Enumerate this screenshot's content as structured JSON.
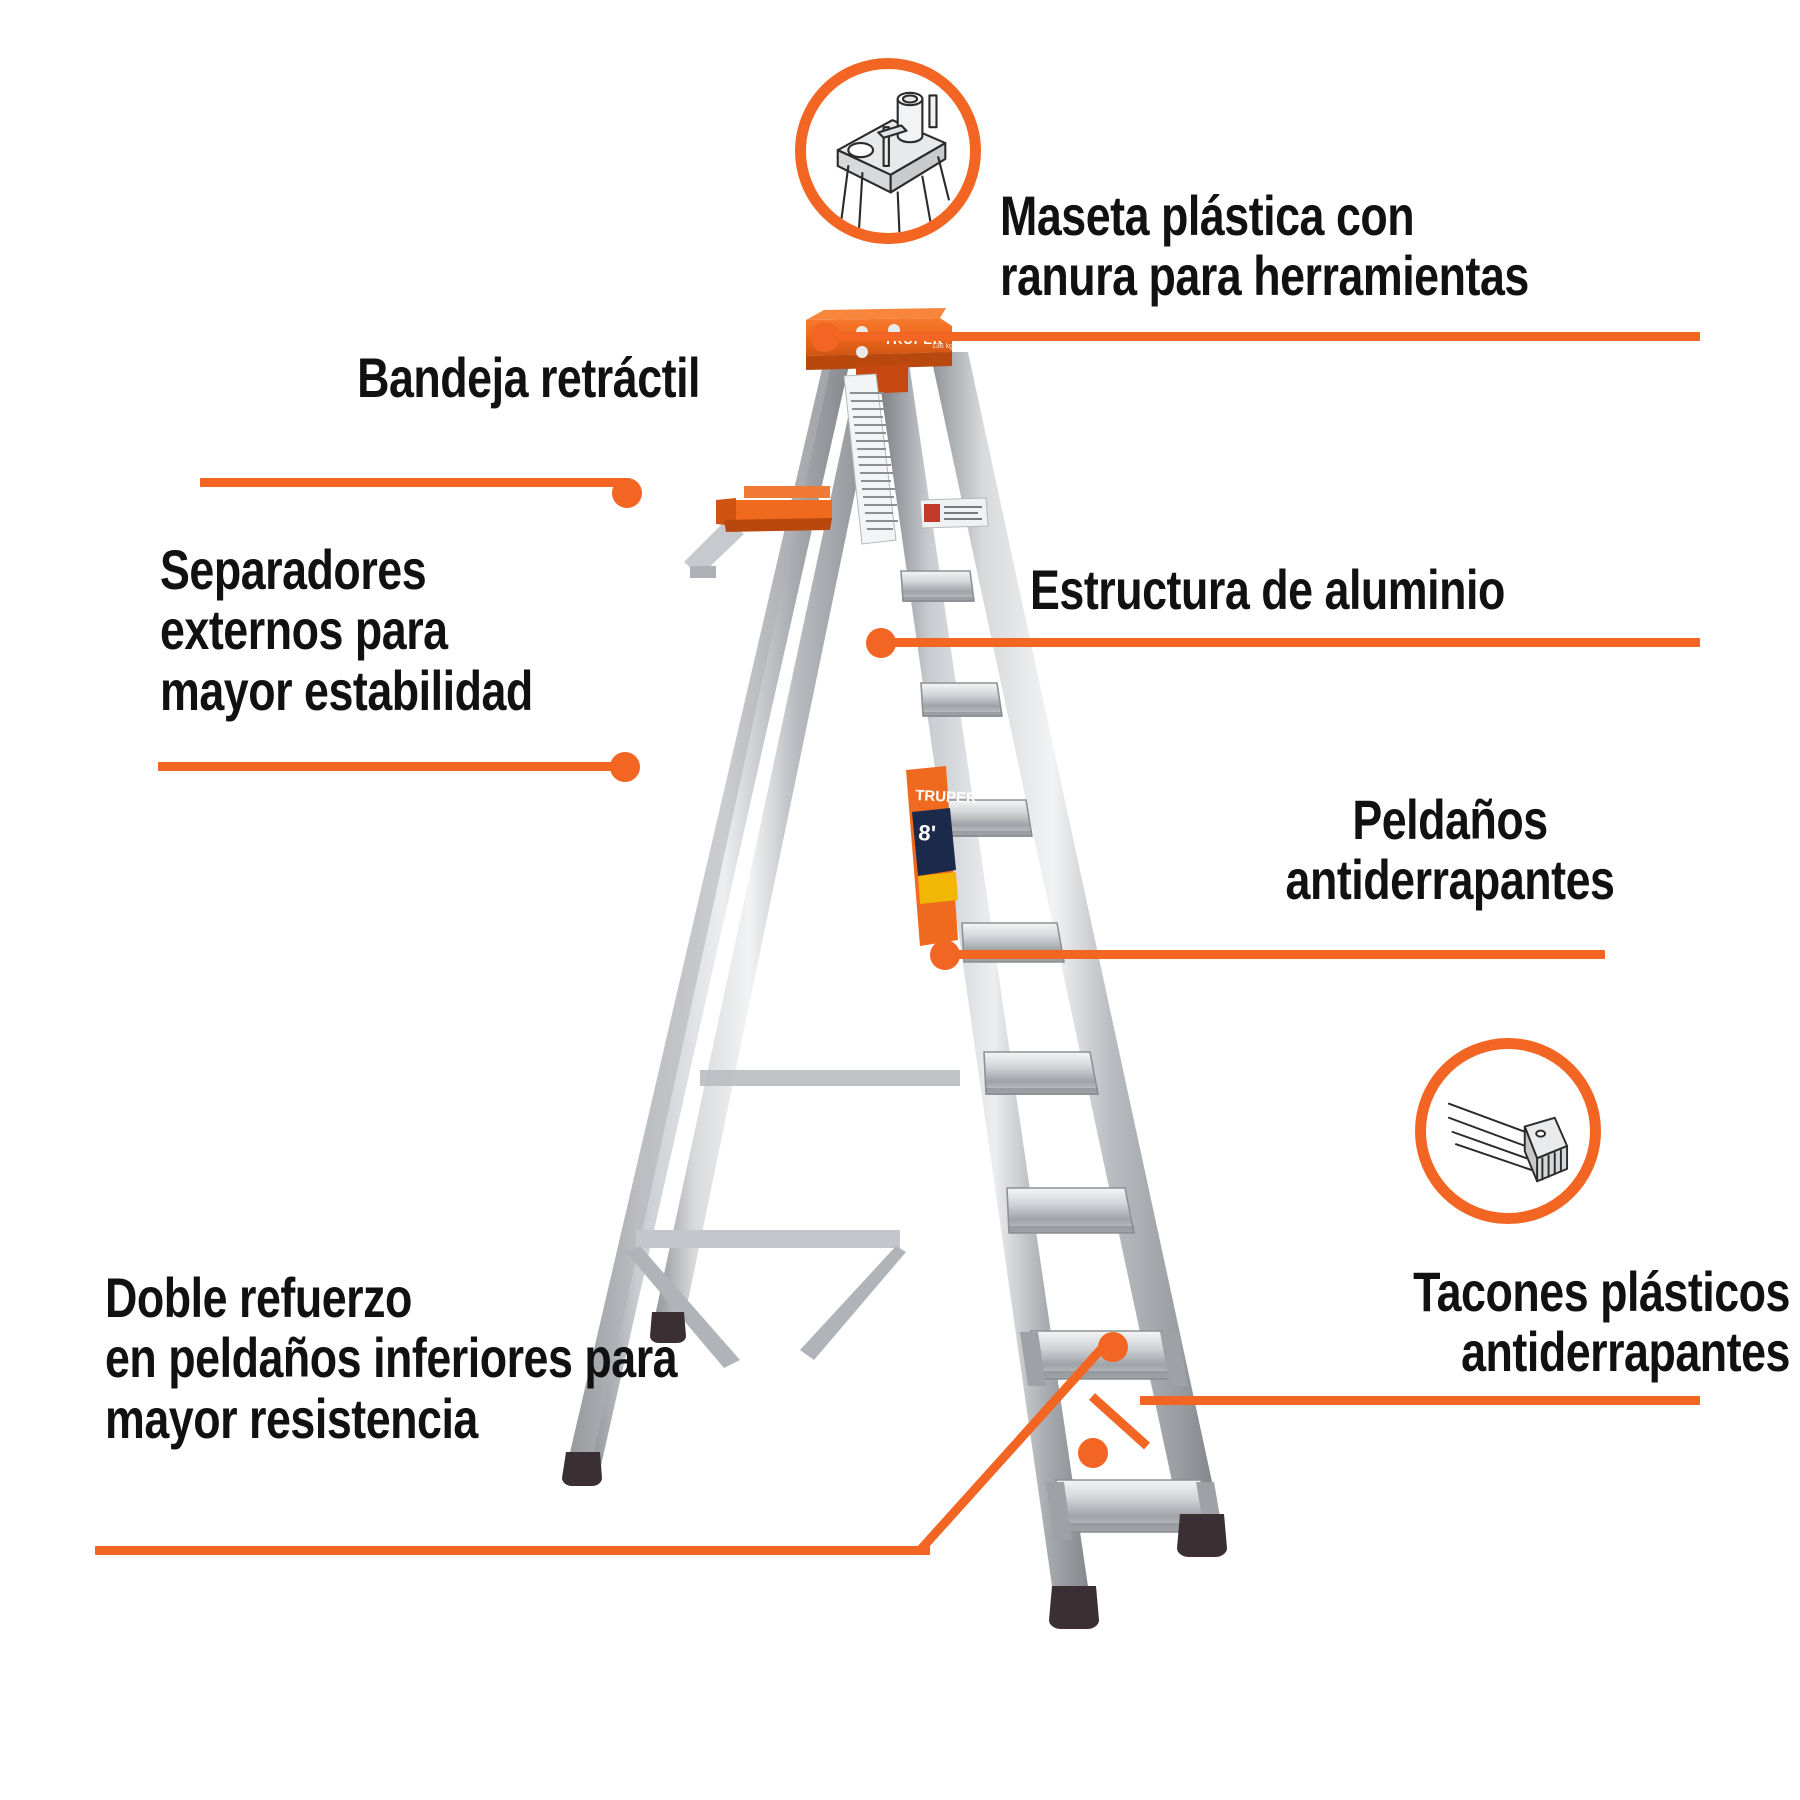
{
  "product": {
    "brand": "TRUPER",
    "type": "Escalera de tijera de aluminio",
    "background_color": "#FFFFFF",
    "accent_color": "#F26522",
    "text_color": "#111111"
  },
  "callouts": [
    {
      "id": "maseta",
      "label": "Maseta plástica con\nranura para herramientas",
      "side": "right",
      "has_icon": true,
      "icon_name": "ladder-top-cap-tool-slot-icon"
    },
    {
      "id": "bandeja",
      "label": "Bandeja retráctil",
      "side": "left",
      "has_icon": false
    },
    {
      "id": "separadores",
      "label": "Separadores\nexternos para\nmayor estabilidad",
      "side": "left",
      "has_icon": false
    },
    {
      "id": "estructura",
      "label": "Estructura de aluminio",
      "side": "right",
      "has_icon": false
    },
    {
      "id": "peldanos",
      "label": "Peldaños\nantiderrapantes",
      "side": "right",
      "has_icon": false
    },
    {
      "id": "tacones",
      "label": "Tacones plásticos\nantiderrapantes",
      "side": "right",
      "has_icon": true,
      "icon_name": "anti-slip-plastic-foot-icon"
    },
    {
      "id": "refuerzo",
      "label": "Doble refuerzo\nen peldaños inferiores para\nmayor resistencia",
      "side": "left",
      "has_icon": false
    }
  ]
}
